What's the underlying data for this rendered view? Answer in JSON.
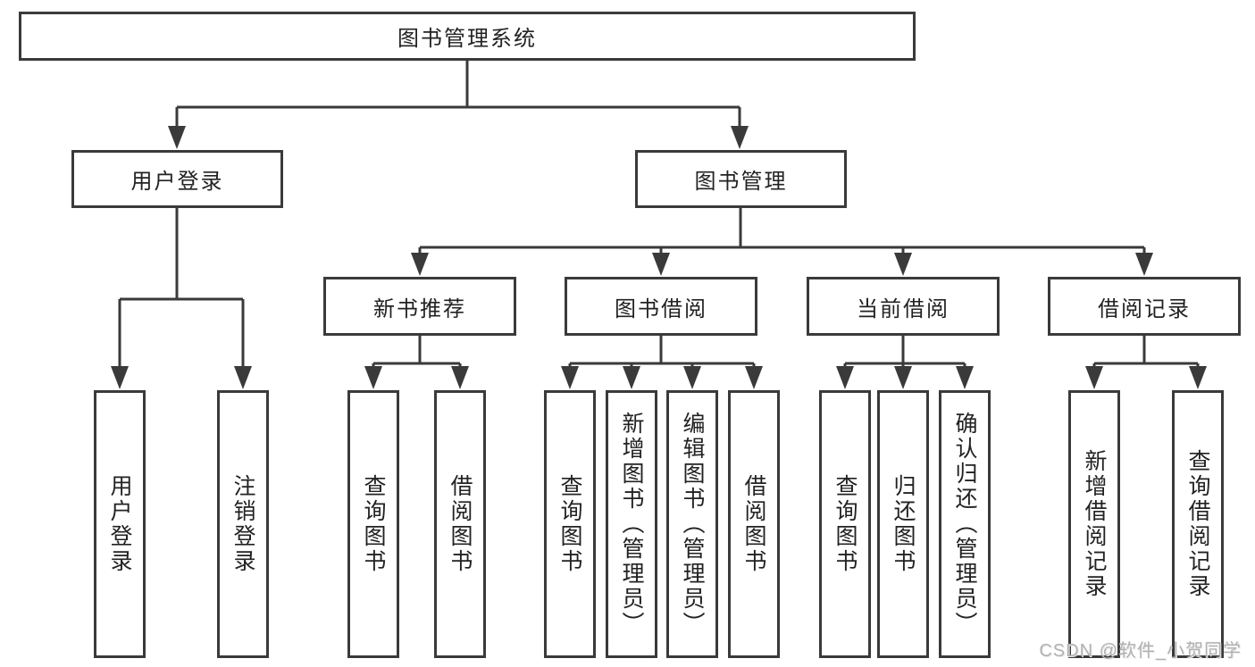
{
  "colors": {
    "background": "#ffffff",
    "line": "#3a3a3a",
    "box_border": "#3a3a3a",
    "text": "#222222",
    "watermark_text": "#b2b2b2"
  },
  "tree": {
    "root": {
      "label": "图书管理系统"
    },
    "branches": [
      {
        "label": "用户登录",
        "children": [
          {
            "label": "用户登录"
          },
          {
            "label": "注销登录"
          }
        ]
      },
      {
        "label": "图书管理",
        "children": [
          {
            "label": "新书推荐",
            "children": [
              {
                "label": "查询图书"
              },
              {
                "label": "借阅图书"
              }
            ]
          },
          {
            "label": "图书借阅",
            "children": [
              {
                "label": "查询图书"
              },
              {
                "label": "新增图书（管理员）"
              },
              {
                "label": "编辑图书（管理员）"
              },
              {
                "label": "借阅图书"
              }
            ]
          },
          {
            "label": "当前借阅",
            "children": [
              {
                "label": "查询图书"
              },
              {
                "label": "归还图书"
              },
              {
                "label": "确认归还（管理员）"
              }
            ]
          },
          {
            "label": "借阅记录",
            "children": [
              {
                "label": "新增借阅记录"
              },
              {
                "label": "查询借阅记录"
              }
            ]
          }
        ]
      }
    ]
  },
  "watermark": {
    "text": "CSDN @软件_小贺同学"
  }
}
